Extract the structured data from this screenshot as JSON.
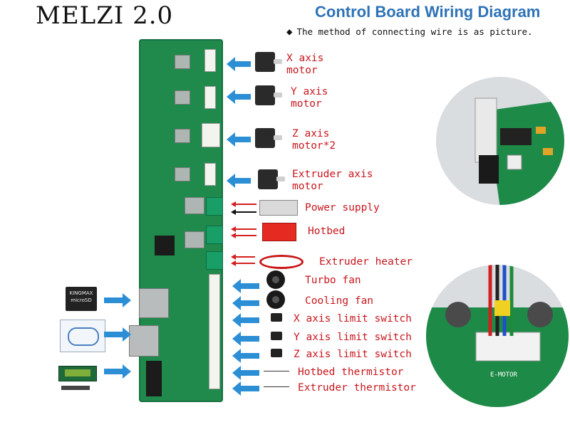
{
  "header": {
    "title": "MELZI 2.0",
    "subtitle": "Control Board Wiring Diagram",
    "note": "The method of connecting wire is as picture."
  },
  "labels": {
    "x_motor": [
      "X axis",
      "motor"
    ],
    "y_motor": [
      "Y axis",
      "motor"
    ],
    "z_motor": [
      "Z axis",
      "motor*2"
    ],
    "e_motor": [
      "Extruder axis",
      "motor"
    ],
    "power": "Power supply",
    "hotbed": "Hotbed",
    "heater": "Extruder heater",
    "turbo_fan": "Turbo fan",
    "cooling_fan": "Cooling fan",
    "x_limit": "X axis limit switch",
    "y_limit": "Y axis limit switch",
    "z_limit": "Z axis limit switch",
    "hotbed_thermistor": "Hotbed thermistor",
    "extruder_thermistor": "Extruder thermistor"
  },
  "sd_card": {
    "brand": "KINGMAX",
    "type": "microSD"
  },
  "detail_circles": {
    "bottom_connector_label": "E-MOTOR"
  },
  "colors": {
    "board": "#1f8a4c",
    "arrow": "#2c8fd6",
    "label": "#c8161d",
    "subtitle": "#2f73b6"
  }
}
